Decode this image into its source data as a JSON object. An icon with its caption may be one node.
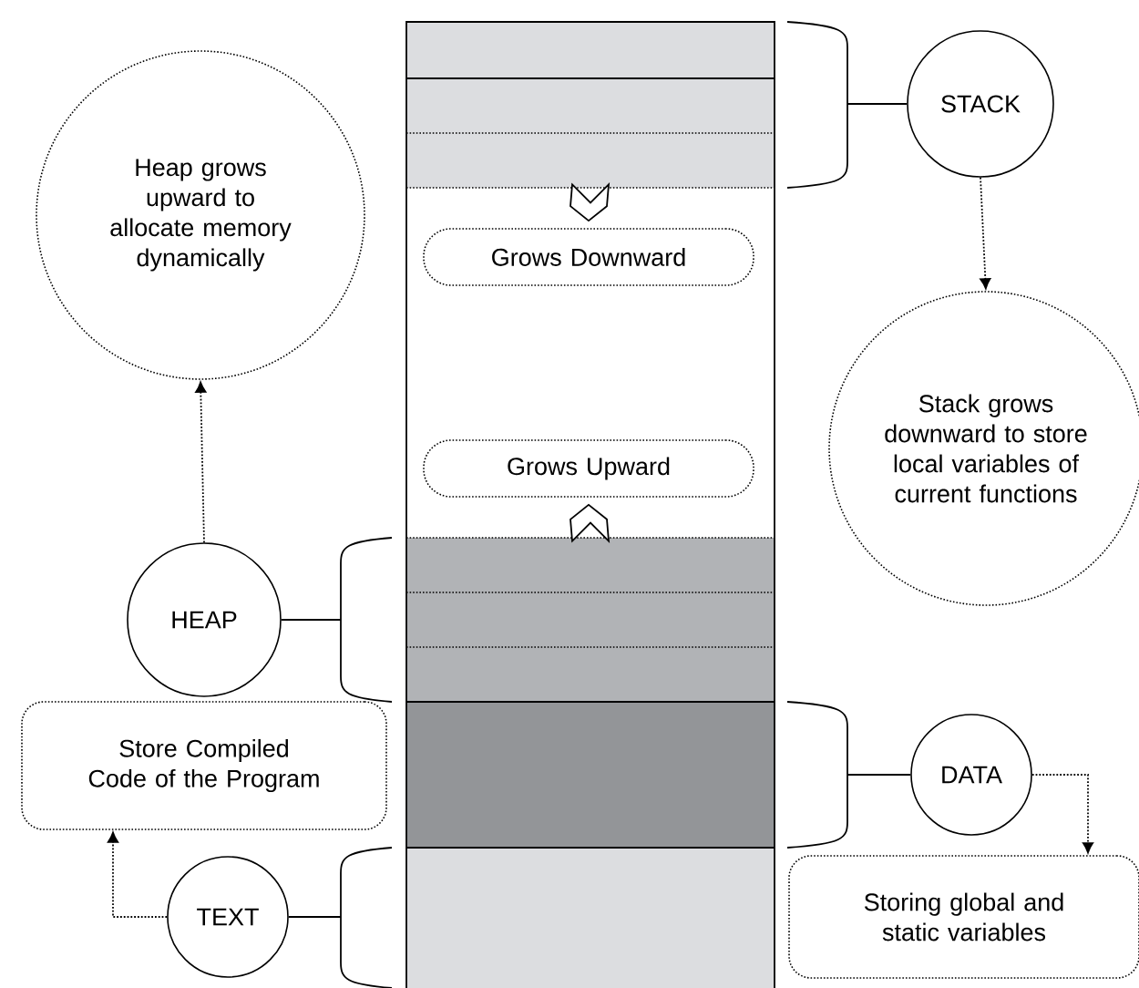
{
  "diagram": {
    "nodes": [
      {
        "text": [],
        "shape": "bar"
      },
      {
        "text": [
          "STACK"
        ]
      },
      {
        "text": [
          "Heap grows upward to allocate memory dynamically"
        ]
      },
      {
        "text": [
          "Grows Downward"
        ]
      },
      {
        "text": [
          "Stack grows downward to store local variables of current functions"
        ]
      },
      {
        "text": [
          "Grows Upward"
        ]
      },
      {
        "text": [],
        "shape": "bar"
      },
      {
        "text": [
          "HEAP"
        ]
      },
      {
        "text": [],
        "shape": "bar"
      },
      {
        "text": [
          "DATA"
        ]
      },
      {
        "text": [
          "Store Compiled Code of the Program"
        ]
      },
      {
        "text": [],
        "shape": "bar"
      },
      {
        "text": [
          "TEXT"
        ]
      },
      {
        "text": [
          "Storing global and static variables"
        ]
      }
    ],
    "edges": [
      {
        "from": 1,
        "to": 0,
        "arrow": "none"
      },
      {
        "from": 1,
        "to": 4,
        "arrow": "to",
        "style": "dashed"
      },
      {
        "from": 7,
        "to": 6,
        "arrow": "none"
      },
      {
        "from": 7,
        "to": 2,
        "arrow": "to",
        "style": "dashed"
      },
      {
        "from": 9,
        "to": 8,
        "arrow": "none"
      },
      {
        "from": 9,
        "to": 13,
        "arrow": "to",
        "style": "dashed"
      },
      {
        "from": 12,
        "to": 11,
        "arrow": "none"
      },
      {
        "from": 12,
        "to": 10,
        "arrow": "to",
        "style": "dashed"
      },
      {
        "from": 0,
        "to": 3,
        "arrow": "to"
      },
      {
        "from": 6,
        "to": 5,
        "arrow": "to"
      }
    ]
  }
}
